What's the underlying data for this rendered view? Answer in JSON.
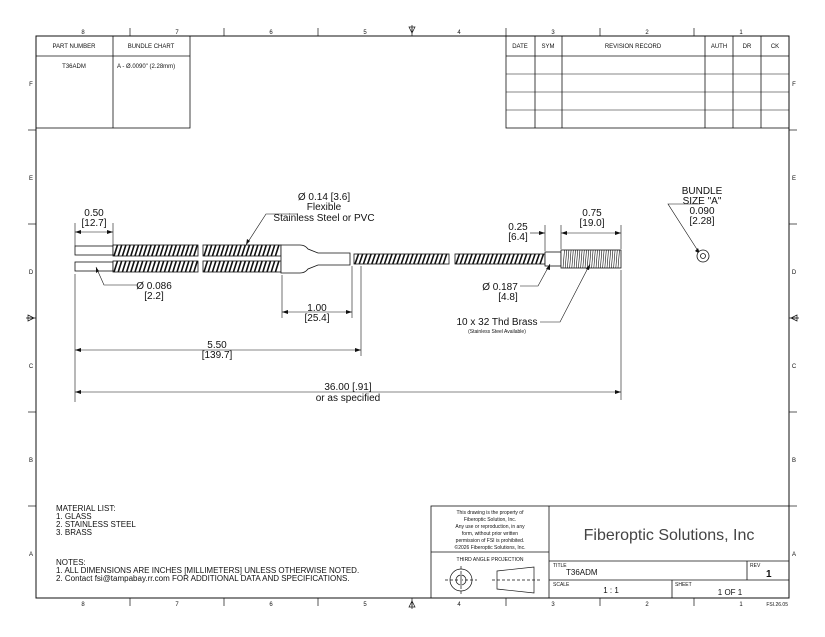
{
  "zones": {
    "cols": [
      "8",
      "7",
      "6",
      "5",
      "4",
      "3",
      "2",
      "1"
    ],
    "rows": [
      "F",
      "E",
      "D",
      "C",
      "B",
      "A"
    ]
  },
  "parts_table": {
    "headers": [
      "PART NUMBER",
      "BUNDLE CHART"
    ],
    "part_number": "T36ADM",
    "bundle_chart": "A - Ø.0090\" (2.28mm)"
  },
  "revision_table": {
    "headers": [
      "DATE",
      "SYM",
      "REVISION RECORD",
      "AUTH",
      "DR",
      "CK"
    ]
  },
  "dims": {
    "d050": "0.50",
    "d050_mm": "[12.7]",
    "d014": "Ø 0.14 [3.6]",
    "d014_l2": "Flexible",
    "d014_l3": "Stainless Steel or PVC",
    "d086": "Ø 0.086",
    "d086_mm": "[2.2]",
    "d100": "1.00",
    "d100_mm": "[25.4]",
    "d550": "5.50",
    "d550_mm": "[139.7]",
    "d3600": "36.00 [.91]",
    "d3600_l2": "or as specified",
    "d025": "0.25",
    "d025_mm": "[6.4]",
    "d075": "0.75",
    "d075_mm": "[19.0]",
    "d0187": "Ø 0.187",
    "d0187_mm": "[4.8]",
    "thread": "10 x 32 Thd Brass",
    "thread_note": "(Stainless Steel Available)",
    "bundle_l1": "BUNDLE",
    "bundle_l2": "SIZE \"A\"",
    "bundle_l3": "0.090",
    "bundle_l4": "[2.28]"
  },
  "material": {
    "title": "MATERIAL LIST:",
    "items": [
      "1.   GLASS",
      "2.   STAINLESS STEEL",
      "3.   BRASS"
    ]
  },
  "notes": {
    "title": "NOTES:",
    "items": [
      "1.   ALL DIMENSIONS ARE INCHES [MILLIMETERS] UNLESS OTHERWISE NOTED.",
      "2.   Contact fsi@tampabay.rr.com FOR ADDITIONAL DATA AND SPECIFICATIONS."
    ]
  },
  "title_block": {
    "property": [
      "This drawing is the property of",
      "Fiberoptic Solution, Inc.",
      "Any use or reproduction, in any",
      "form, without prior written",
      "permission of FSI is prohibited.",
      "©2026 Fiberoptic Solutions, Inc."
    ],
    "projection": "THIRD ANGLE PROJECTION",
    "company": "Fiberoptic Solutions, Inc",
    "title_label": "TITLE",
    "title": "T36ADM",
    "rev_label": "REV",
    "rev": "1",
    "scale_label": "SCALE",
    "scale": "1 : 1",
    "sheet_label": "SHEET",
    "sheet": "1  OF 1",
    "form": "FSI.26.05"
  }
}
